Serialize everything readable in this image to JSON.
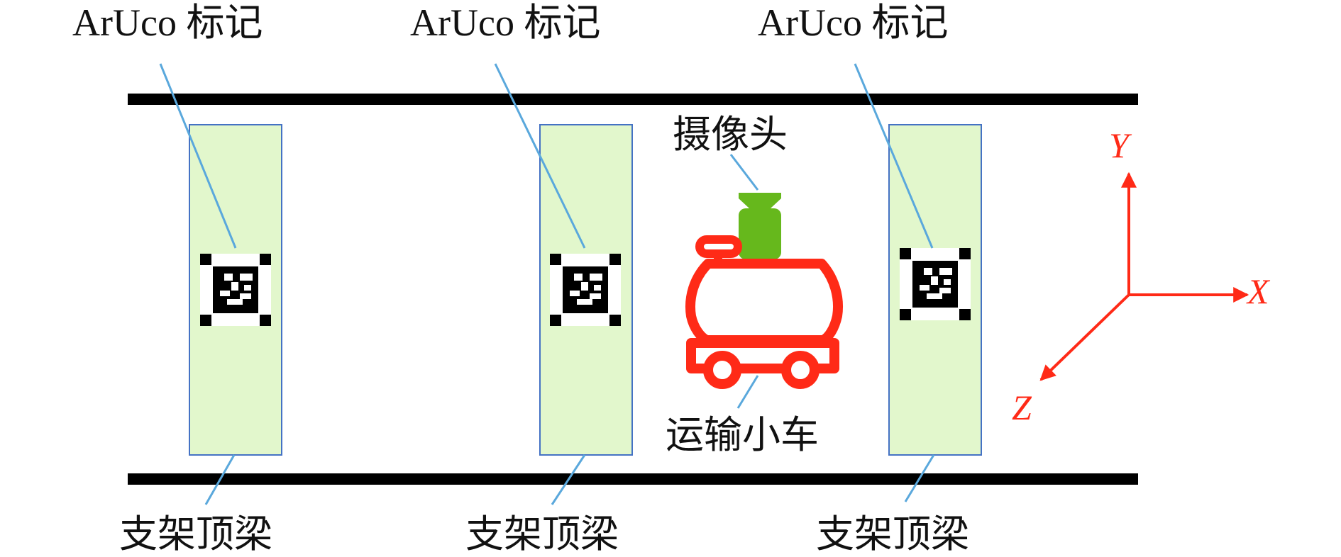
{
  "marker_labels": [
    "ArUco 标记",
    "ArUco 标记",
    "ArUco 标记"
  ],
  "beam_labels": [
    "支架顶梁",
    "支架顶梁",
    "支架顶梁"
  ],
  "camera_label": "摄像头",
  "cart_label": "运输小车",
  "axes": {
    "x": "X",
    "y": "Y",
    "z": "Z"
  },
  "colors": {
    "rail": "#000000",
    "beam_fill": "#e2f7cc",
    "beam_border": "#4472c4",
    "leader": "#5aa8dc",
    "cart": "#ff2a17",
    "camera": "#66b81c",
    "axis": "#ff2a17"
  }
}
